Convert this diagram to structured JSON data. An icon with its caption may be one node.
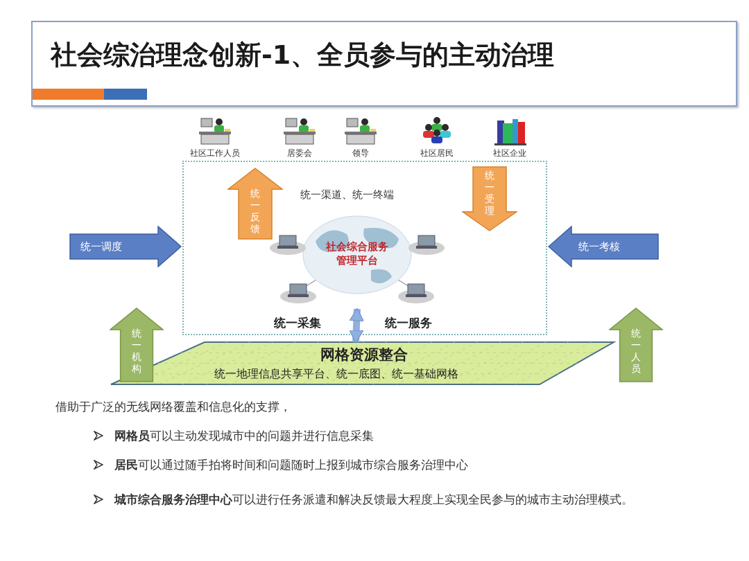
{
  "diagram": {
    "nodes": [
      {
        "text": [
          "社会综治理念创新-1、全员参与的主动治理"
        ]
      },
      {
        "text": [
          "社区工作人员"
        ]
      },
      {
        "text": [
          "居委会"
        ]
      },
      {
        "text": [
          "领导"
        ]
      },
      {
        "text": [
          "社区居民"
        ]
      },
      {
        "text": [
          "社区企业"
        ]
      },
      {
        "text": [
          "统一渠道、统一终端"
        ]
      },
      {
        "text": [
          "社会综合服务管理平台"
        ],
        "in": 6
      },
      {
        "text": [
          "网格资源整合",
          "统一地理信息共享平台、统一底图、统一基础网格"
        ]
      },
      {
        "text": [
          "统一反馈"
        ],
        "in": 6
      },
      {
        "text": [
          "统一受理"
        ],
        "in": 6
      },
      {
        "text": [
          "统一调度"
        ]
      },
      {
        "text": [
          "统一考核"
        ]
      },
      {
        "text": [
          "统一机构"
        ]
      },
      {
        "text": [
          "统一人员"
        ]
      }
    ],
    "edges": [
      {
        "from": 7,
        "to": 8,
        "arrow": "both"
      }
    ],
    "labels": [
      "统一采集",
      "统一服务",
      "借助于广泛的无线网络覆盖和信息化的支撑，",
      "**网格员**可以主动发现城市中的问题并进行信息采集",
      "**居民**可以通过随手拍将时间和问题随时上报到城市综合服务治理中心",
      "**城市综合服务治理中心**可以进行任务派遣和解决反馈最大程度上实现全民参与的城市主动治理模式。"
    ]
  }
}
